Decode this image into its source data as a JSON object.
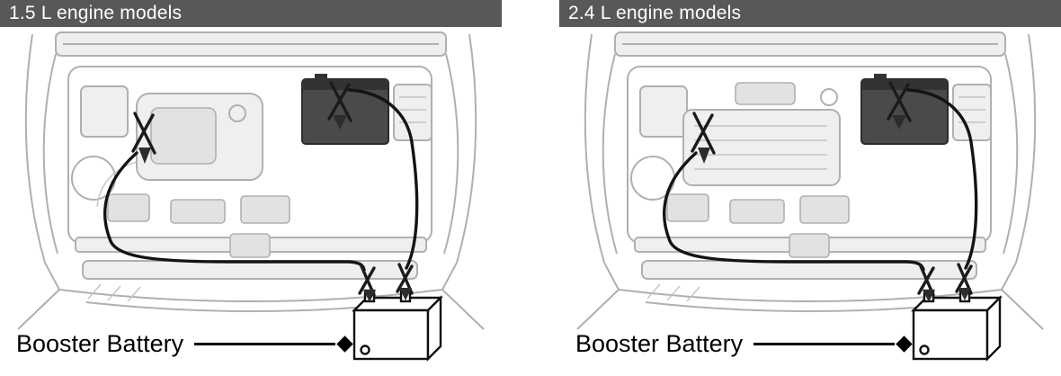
{
  "panels": [
    {
      "header": "1.5 L engine models",
      "battery_label": "Booster Battery"
    },
    {
      "header": "2.4 L engine models",
      "battery_label": "Booster Battery"
    }
  ],
  "colors": {
    "header_bg": "#58585a",
    "header_text": "#ffffff",
    "cable": "#141414",
    "art": "#b0b0b0",
    "label_text": "#000000"
  }
}
